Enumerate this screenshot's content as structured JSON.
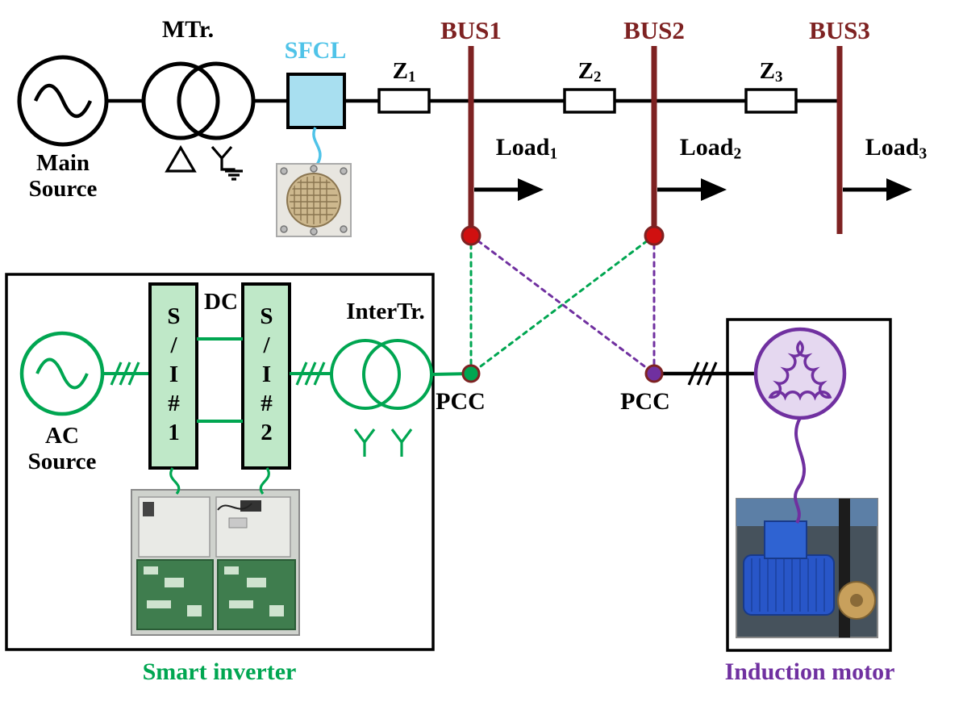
{
  "colors": {
    "bus": "#7E2222",
    "dotRed": "#D01010",
    "green": "#00A651",
    "siFill": "#BFE8C8",
    "purple": "#7030A0",
    "motorFill": "#E5D8F0",
    "cyan": "#4FC3E8",
    "sfclFill": "#A8DFF0"
  },
  "labels": {
    "mtr": "MTr.",
    "sfcl": "SFCL",
    "main_source": {
      "line1": "Main",
      "line2": "Source"
    },
    "z1": {
      "base": "Z",
      "sub": "1"
    },
    "z2": {
      "base": "Z",
      "sub": "2"
    },
    "z3": {
      "base": "Z",
      "sub": "3"
    },
    "bus1": "BUS1",
    "bus2": "BUS2",
    "bus3": "BUS3",
    "load1": {
      "base": "Load",
      "sub": "1"
    },
    "load2": {
      "base": "Load",
      "sub": "2"
    },
    "load3": {
      "base": "Load",
      "sub": "3"
    },
    "pcc_left": "PCC",
    "pcc_right": "PCC",
    "ac_source": {
      "line1": "AC",
      "line2": "Source"
    },
    "dc": "DC",
    "si1": "S/I#1",
    "si2": "S/I#2",
    "intertr": "InterTr.",
    "smart_inverter": "Smart inverter",
    "induction_motor": "Induction motor"
  }
}
